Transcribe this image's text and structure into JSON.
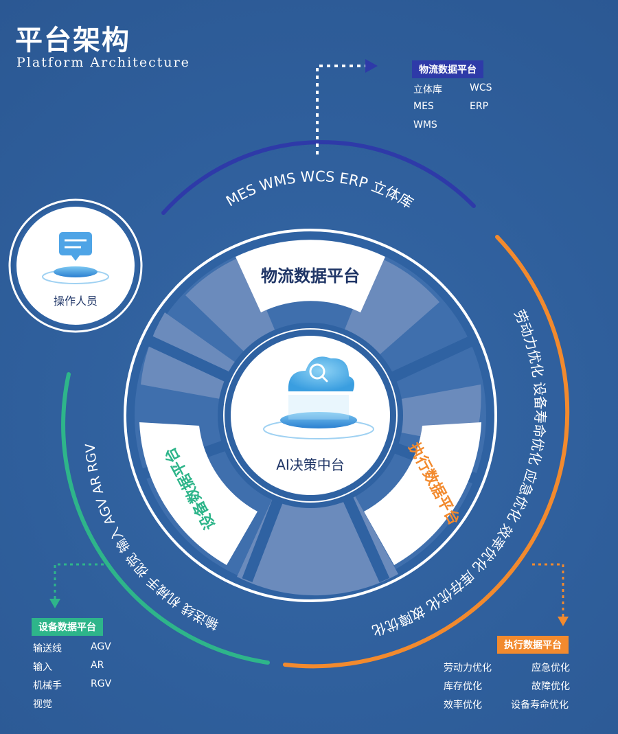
{
  "header": {
    "title_cn": "平台架构",
    "title_en": "Platform Architecture"
  },
  "colors": {
    "background": "#2e5d9a",
    "top_arc": "#2e3aa8",
    "right_arc": "#f28a2e",
    "left_arc": "#2eb58a",
    "logistics_badge": "#2e3aa8",
    "equipment_badge": "#2eb58a",
    "execution_badge": "#f28a2e"
  },
  "operator": {
    "label": "操作人员"
  },
  "center": {
    "label": "AI决策中台"
  },
  "segments": {
    "logistics": "物流数据平台",
    "equipment": "设备数据平台",
    "execution": "执行数据平台"
  },
  "arcs": {
    "top": "MES WMS WCS ERP 立体库",
    "right": "劳动力优化 设备寿命优化 应急优化 效率优化 库存优化 故障优化",
    "left": "输送线 机械手 视觉 输入 AGV AR RGV"
  },
  "cards": {
    "logistics": {
      "title": "物流数据平台",
      "items": [
        "立体库",
        "WCS",
        "MES",
        "ERP",
        "WMS"
      ]
    },
    "equipment": {
      "title": "设备数据平台",
      "items": [
        "输送线",
        "AGV",
        "输入",
        "AR",
        "机械手",
        "RGV",
        "视觉"
      ]
    },
    "execution": {
      "title": "执行数据平台",
      "items": [
        "劳动力优化",
        "应急优化",
        "库存优化",
        "故障优化",
        "效率优化",
        "设备寿命优化"
      ]
    }
  }
}
